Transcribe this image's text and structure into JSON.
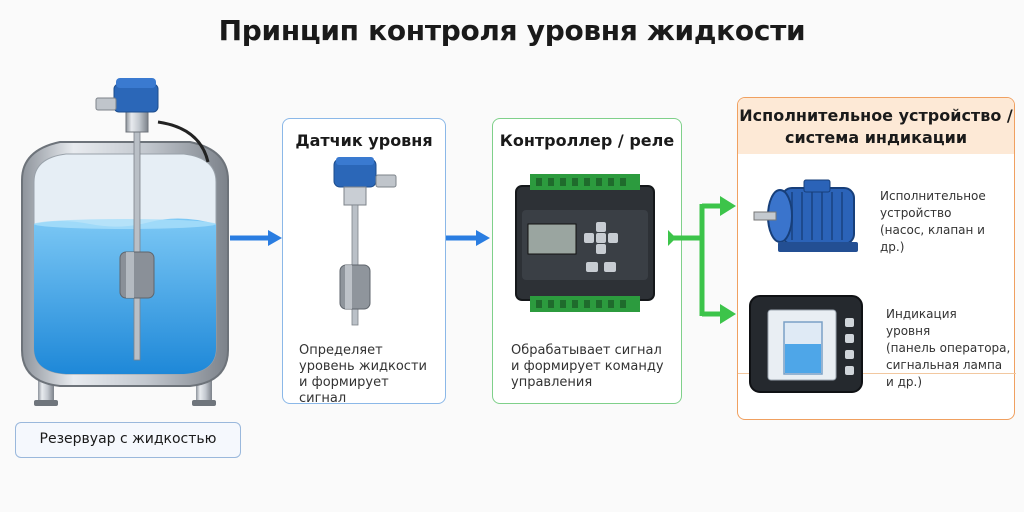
{
  "title": "Принцип контроля уровня жидкости",
  "tank": {
    "label": "Резервуар с жидкостью"
  },
  "sensor": {
    "title": "Датчик уровня",
    "description": "Определяет\nуровень жидкости\nи формирует сигнал"
  },
  "controller": {
    "title": "Контроллер / реле",
    "description": "Обрабатывает сигнал\nи формирует команду\nуправления"
  },
  "actuator": {
    "title_line1": "Исполнительное устройство /",
    "title_line2": "система индикации",
    "device_label": "Исполнительное\nустройство\n(насос, клапан и др.)",
    "indicator_label": "Индикация\nуровня\n(панель оператора,\nсигнальная лампа\nи др.)"
  },
  "colors": {
    "arrow_blue": "#2a7de1",
    "arrow_green": "#3cc44a",
    "sensor_border": "#8bb8e8",
    "controller_border": "#7fd08a",
    "actuator_border": "#f0a060"
  },
  "icons": [
    "tank-illustration",
    "level-sensor-icon",
    "controller-relay-icon",
    "electric-motor-icon",
    "level-indicator-panel-icon"
  ]
}
